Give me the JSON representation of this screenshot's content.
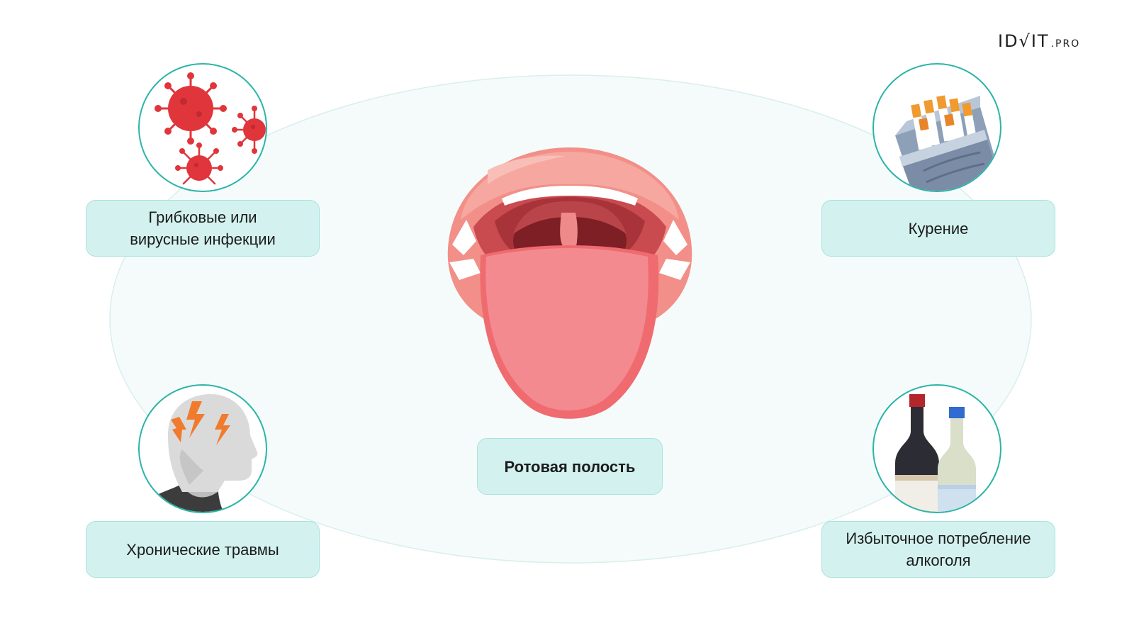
{
  "brand": {
    "logo_main": "ID√IT",
    "logo_sub": ".PRO"
  },
  "center": {
    "label": "Ротовая полость",
    "illustration": "mouth-with-tongue"
  },
  "factors": [
    {
      "label": "Грибковые или вирусные инфекции",
      "icon": "virus-icon"
    },
    {
      "label": "Курение",
      "icon": "cigarettes-icon"
    },
    {
      "label": "Хронические травмы",
      "icon": "head-pain-icon"
    },
    {
      "label": "Избыточное потребление алкоголя",
      "icon": "bottles-icon"
    }
  ],
  "colors": {
    "label_fill": "#d3f2ef",
    "label_border": "#a9e2dc",
    "circle_border": "#2bb5a8",
    "ellipse_fill": "#f4fbfb",
    "virus_red": "#e0353b"
  }
}
